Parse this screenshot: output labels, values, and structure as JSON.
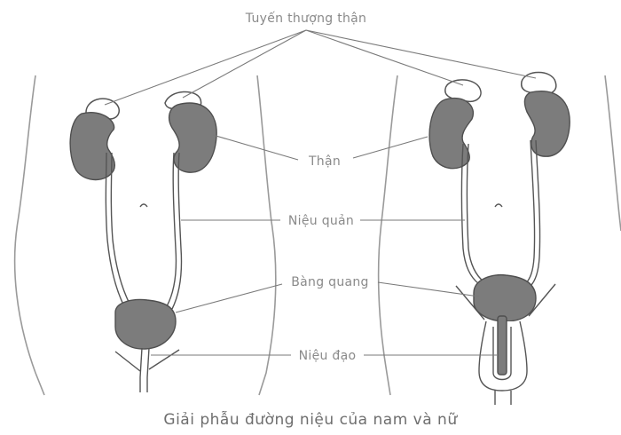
{
  "labels": {
    "adrenal": "Tuyến thượng thận",
    "kidney": "Thận",
    "ureter": "Niệu quản",
    "bladder": "Bàng quang",
    "urethra": "Niệu đạo"
  },
  "caption": "Giải phẫu đường niệu của nam và nữ",
  "colors": {
    "organ_fill": "#7c7c7c",
    "outline": "#555555",
    "label_text": "#8a8a8a"
  }
}
